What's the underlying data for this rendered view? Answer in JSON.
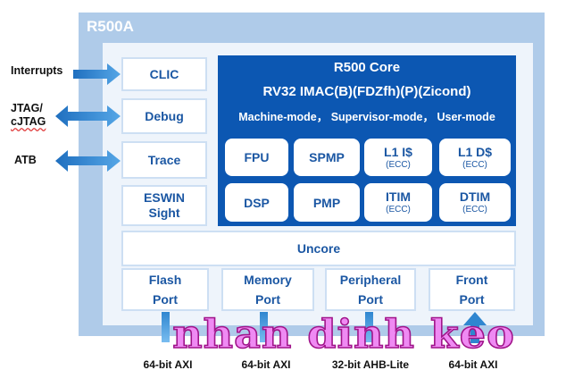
{
  "block_title": "R500A",
  "signals": {
    "interrupts": "Interrupts",
    "jtag_line1": "JTAG/",
    "jtag_line2": "cJTAG",
    "atb": "ATB"
  },
  "left_blocks": {
    "clic": "CLIC",
    "debug": "Debug",
    "trace": "Trace",
    "eswin_line1": "ESWIN",
    "eswin_line2": "Sight"
  },
  "core": {
    "title": "R500 Core",
    "isa": "RV32 IMAC(B)(FDZfh)(P)(Zicond)",
    "modes": "Machine-mode， Supervisor-mode， User-mode",
    "units": {
      "fpu": "FPU",
      "spmp": "SPMP",
      "l1i": "L1 I$",
      "l1i_sub": "(ECC)",
      "l1d": "L1 D$",
      "l1d_sub": "(ECC)",
      "dsp": "DSP",
      "pmp": "PMP",
      "itim": "ITIM",
      "itim_sub": "(ECC)",
      "dtim": "DTIM",
      "dtim_sub": "(ECC)"
    }
  },
  "uncore": "Uncore",
  "ports": [
    {
      "line1": "Flash",
      "line2": "Port"
    },
    {
      "line1": "Memory",
      "line2": "Port"
    },
    {
      "line1": "Peripheral",
      "line2": "Port"
    },
    {
      "line1": "Front",
      "line2": "Port"
    }
  ],
  "buses": [
    "64-bit AXI",
    "64-bit AXI",
    "32-bit AHB-Lite",
    "64-bit AXI"
  ],
  "watermark": "nhan dinh keo",
  "colors": {
    "outer": "#afcbe9",
    "inner": "#eef4fb",
    "core": "#0c57b2",
    "text_blue": "#1b57a3",
    "arrow": "#2f86d0",
    "watermark_fill": "#ef8af3",
    "watermark_stroke": "#a0148a"
  }
}
